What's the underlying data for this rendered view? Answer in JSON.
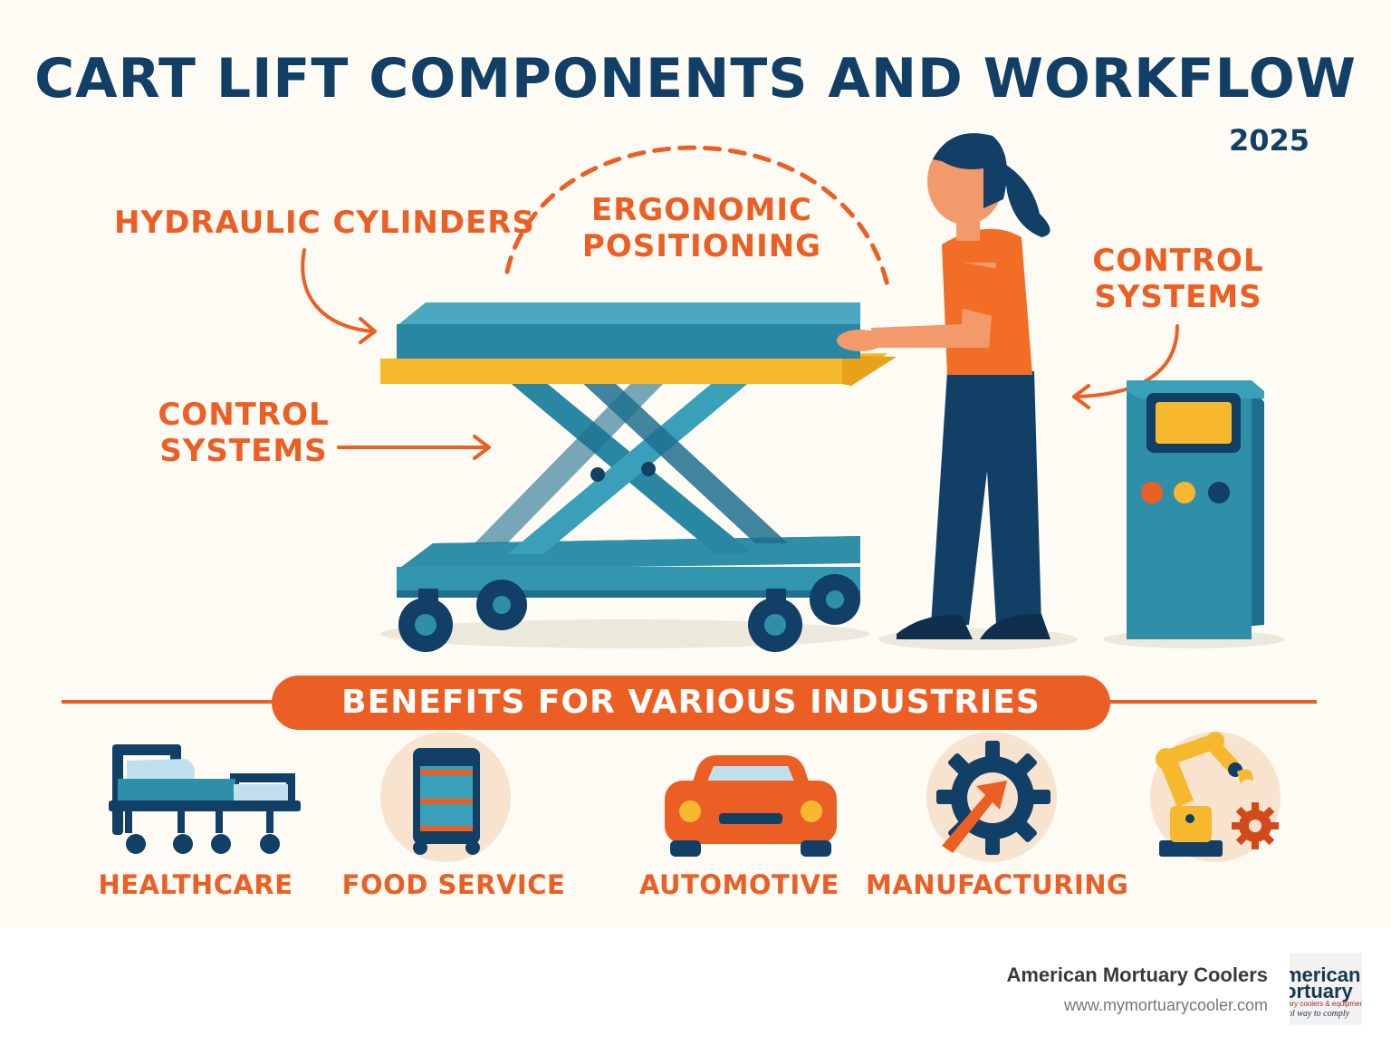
{
  "header": {
    "title": "CART LIFT COMPONENTS AND WORKFLOW",
    "year": "2025"
  },
  "callouts": {
    "hydraulic": "HYDRAULIC CYLINDERS",
    "ergonomic_line1": "ERGONOMIC",
    "ergonomic_line2": "POSITIONING",
    "control_right_line1": "CONTROL",
    "control_right_line2": "SYSTEMS",
    "control_left_line1": "CONTROL",
    "control_left_line2": "SYSTEMS"
  },
  "benefits": {
    "banner": "BENEFITS FOR VARIOUS INDUSTRIES",
    "industries": [
      {
        "label": "HEALTHCARE",
        "icon": "hospital-bed-icon"
      },
      {
        "label": "FOOD SERVICE",
        "icon": "service-cart-icon"
      },
      {
        "label": "AUTOMOTIVE",
        "icon": "car-icon"
      },
      {
        "label": "MANUFACTURING",
        "icon": "gear-arrow-icon"
      },
      {
        "label": "",
        "icon": "robotic-arm-icon"
      }
    ]
  },
  "footer": {
    "company": "American Mortuary Coolers",
    "url": "www.mymortuarycooler.com",
    "logo_line1": "merican",
    "logo_line2": "ortuary",
    "logo_line3": "ary coolers & equipment",
    "logo_line4": "ol way to comply"
  },
  "colors": {
    "navy": "#123f66",
    "orange": "#ec5f24",
    "teal": "#2f8ea8",
    "yellow": "#f6b92d",
    "background": "#fdfbf4"
  }
}
